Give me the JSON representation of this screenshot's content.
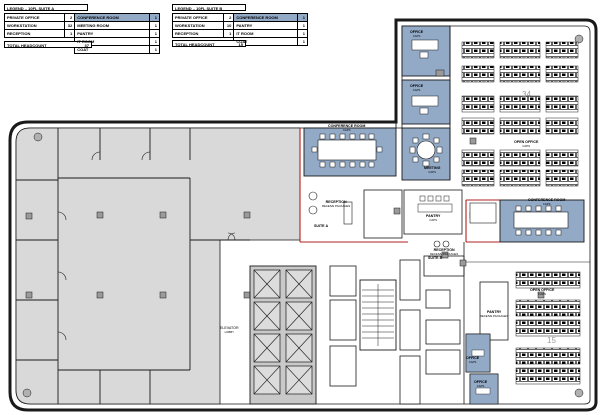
{
  "legend_a": {
    "title": "LEGEND – 10FL SUITE A",
    "rows": [
      {
        "left_label": "PRIVATE OFFICE",
        "left_count": "2",
        "right_label": "CONFERENCE ROOM",
        "right_count": "1"
      },
      {
        "left_label": "WORKSTATION",
        "left_count": "32",
        "right_label": "MEETING ROOM",
        "right_count": "1"
      },
      {
        "left_label": "RECEPTION",
        "left_count": "1",
        "right_label": "PANTRY",
        "right_count": "1"
      },
      {
        "left_label": "",
        "left_count": "",
        "right_label": "IT ROOM",
        "right_count": "1"
      },
      {
        "left_label": "",
        "left_count": "",
        "right_label": "COAT",
        "right_count": "1"
      }
    ],
    "total_label": "TOTAL HEADCOUNT",
    "total_value": "37"
  },
  "legend_b": {
    "title": "LEGEND – 10FL SUITE B",
    "rows": [
      {
        "left_label": "PRIVATE OFFICE",
        "left_count": "2",
        "right_label": "CONFERENCE ROOM",
        "right_count": "1"
      },
      {
        "left_label": "WORKSTATION",
        "left_count": "10",
        "right_label": "PANTRY",
        "right_count": "1"
      },
      {
        "left_label": "RECEPTION",
        "left_count": "1",
        "right_label": "IT ROOM",
        "right_count": "1"
      },
      {
        "left_label": "",
        "left_count": "",
        "right_label": "COAT",
        "right_count": "1"
      }
    ],
    "total_label": "TOTAL HEADCOUNT",
    "total_value": "15"
  },
  "rooms": {
    "private_office_top": {
      "name": "OFFICE",
      "sub": "CAPS"
    },
    "private_office_mid": {
      "name": "OFFICE",
      "sub": "CAPS"
    },
    "conference_a": {
      "name": "CONFERENCE ROOM",
      "sub": "CAPS"
    },
    "meeting_room": {
      "name": "MEETING",
      "sub": "CAPS"
    },
    "open_office_top": {
      "name": "OPEN OFFICE",
      "sub": "CAPS"
    },
    "reception_a": {
      "name": "RECEPTION",
      "sub": "RECEIVE PACKAGES"
    },
    "suite_a_tag": {
      "name": "SUITE A"
    },
    "pantry_a": {
      "name": "PANTRY",
      "sub": "CAPS"
    },
    "conference_b": {
      "name": "CONFERENCE ROOM",
      "sub": "CAPS"
    },
    "reception_b": {
      "name": "RECEPTION",
      "sub": "RECEIVE PACKAGES"
    },
    "suite_b_tag": {
      "name": "SUITE B"
    },
    "open_office_b": {
      "name": "OPEN OFFICE",
      "sub": "CAPS"
    },
    "pantry_b": {
      "name": "PANTRY",
      "sub": "RECEIVE PACKAGES"
    },
    "office_b1": {
      "name": "OFFICE",
      "sub": "CAPS"
    },
    "office_b2": {
      "name": "OFFICE",
      "sub": "CAPS"
    },
    "elevator_lobby": {
      "name": "ELEVATOR",
      "sub": "LOBBY"
    }
  },
  "area_numbers": {
    "suite_a": "34",
    "suite_b": "15"
  },
  "colors": {
    "highlight_room": "#93aac6",
    "wall": "#1a1a1a",
    "shell_fill": "#d9d9d9",
    "demising": "#b02020",
    "core_fill": "#c9c9c9"
  }
}
